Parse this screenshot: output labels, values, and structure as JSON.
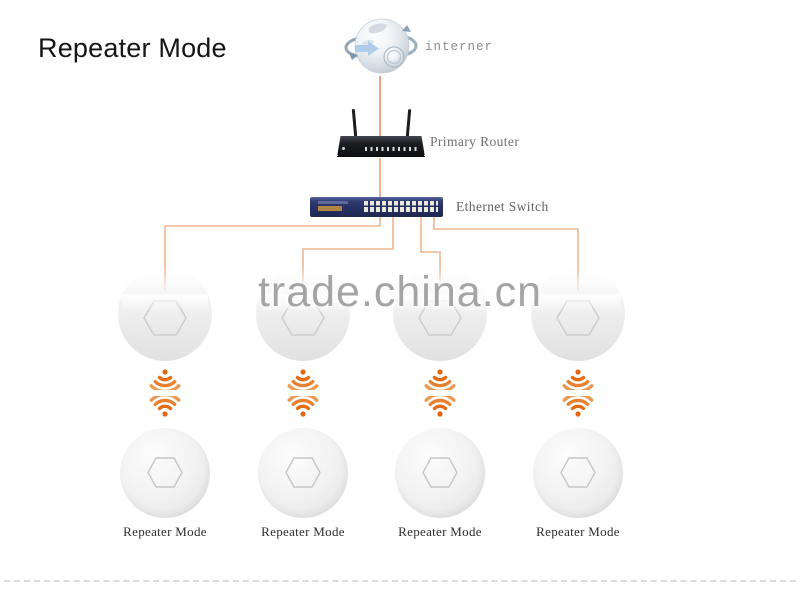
{
  "title": "Repeater Mode",
  "watermark": "trade.china.cn",
  "nodes": {
    "internet": {
      "label": "interner"
    },
    "router": {
      "label": "Primary Router"
    },
    "switch": {
      "label": "Ethernet Switch"
    }
  },
  "repeaters": [
    {
      "label": "Repeater Mode"
    },
    {
      "label": "Repeater Mode"
    },
    {
      "label": "Repeater Mode"
    },
    {
      "label": "Repeater Mode"
    }
  ],
  "icons": {
    "internet": "internet-globe-icon",
    "router": "wireless-router-icon",
    "switch": "ethernet-switch-icon",
    "access_point": "ceiling-ap-icon",
    "wireless_link": "wifi-signal-icon"
  },
  "colors": {
    "connector_orange": "#f0b68f",
    "internet_line_salmon": "#ee8f72",
    "wifi_orange_dark": "#e2660f",
    "wifi_orange_light": "#ec9a52",
    "switch_navy": "#273165",
    "router_black": "#15171c",
    "watermark_gray": "#8a8a8a",
    "label_gray": "#707070",
    "dash_gray": "#dbdbdb"
  }
}
